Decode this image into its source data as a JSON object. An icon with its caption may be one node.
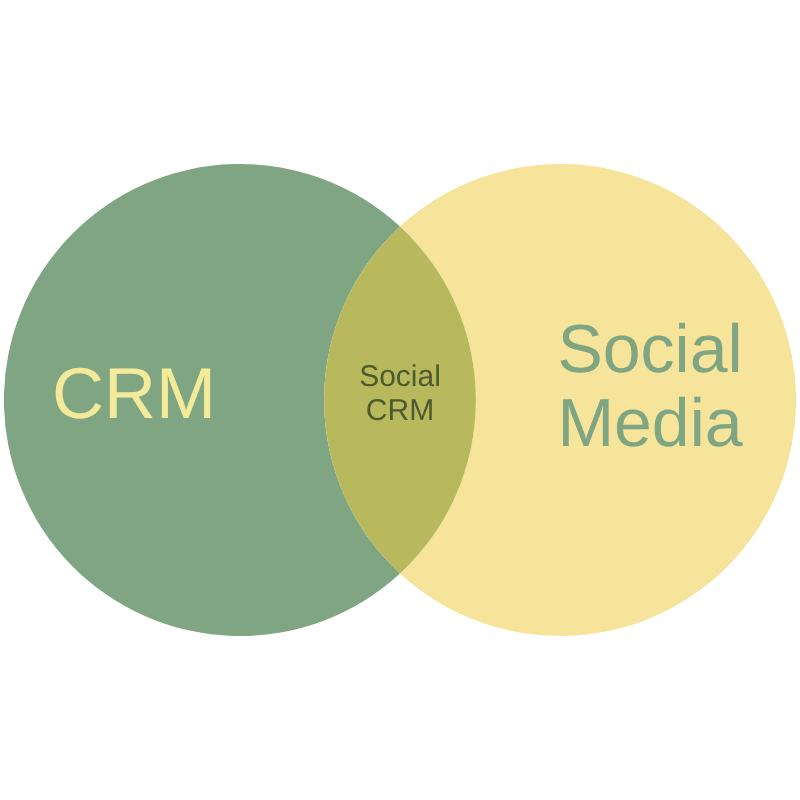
{
  "diagram": {
    "nodes": [
      {
        "text": [
          "CRM"
        ]
      },
      {
        "text": [
          "Social Media"
        ]
      },
      {
        "text": [
          "Social CRM"
        ]
      }
    ]
  }
}
